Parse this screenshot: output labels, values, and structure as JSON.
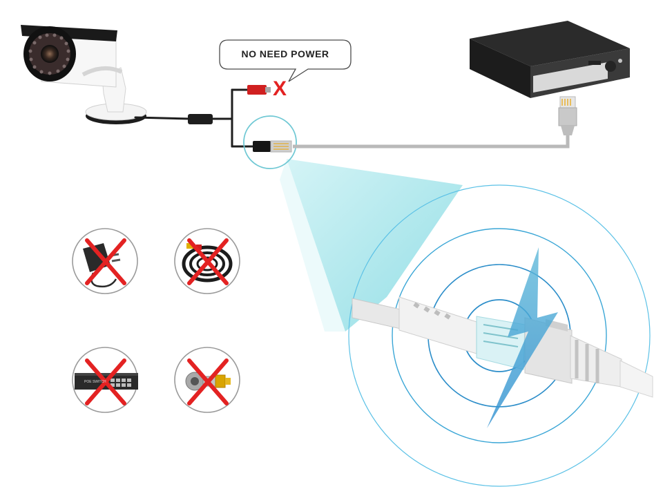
{
  "bubble": {
    "text": "NO NEED POWER"
  },
  "x_mark": {
    "text": "X"
  },
  "poe_switch": {
    "label": "POE SWITCH"
  },
  "icons": {
    "camera": "bullet-camera-icon",
    "nvr": "nvr-recorder-icon",
    "ethernet_plug": "rj45-plug-icon",
    "power_adapter": "power-adapter-icon",
    "coax_cable": "coax-cable-icon",
    "poe_switch": "poe-switch-icon",
    "bnc_connector": "bnc-connector-icon",
    "lightning": "lightning-bolt-icon"
  },
  "colors": {
    "cancel_red": "#e32222",
    "glow_cyan": "#a8e4ea",
    "ring_blue": "#3aa6d6",
    "cable_gray": "#b9b9b9"
  }
}
